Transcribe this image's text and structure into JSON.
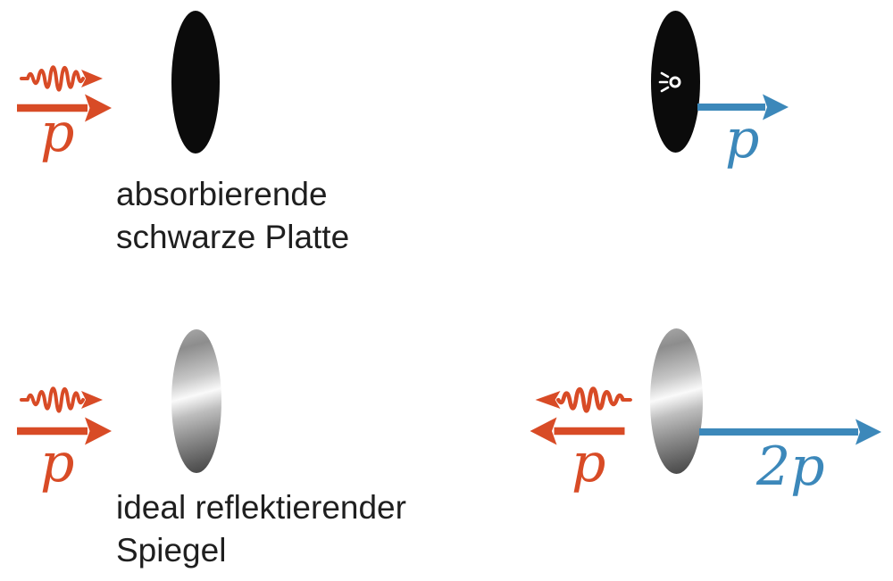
{
  "colors": {
    "red": "#d84b26",
    "blue": "#3c88ba",
    "text": "#1f1f1f",
    "plate": "#0b0b0b"
  },
  "panels": {
    "absorber_before": {
      "momentum_label": "p"
    },
    "absorber_after": {
      "momentum_label": "p"
    },
    "mirror_before": {
      "momentum_label": "p"
    },
    "mirror_after": {
      "reflected_momentum_label": "p",
      "plate_momentum_label": "2p"
    }
  },
  "captions": {
    "absorber": {
      "line1": "absorbierende",
      "line2": "schwarze Platte"
    },
    "mirror": {
      "line1": "ideal reflektierender",
      "line2": "Spiegel"
    }
  },
  "icons": {
    "photon_wave": "photon-wave-arrow",
    "momentum_arrow": "momentum-arrow",
    "heat_glow": "heat-glow"
  }
}
